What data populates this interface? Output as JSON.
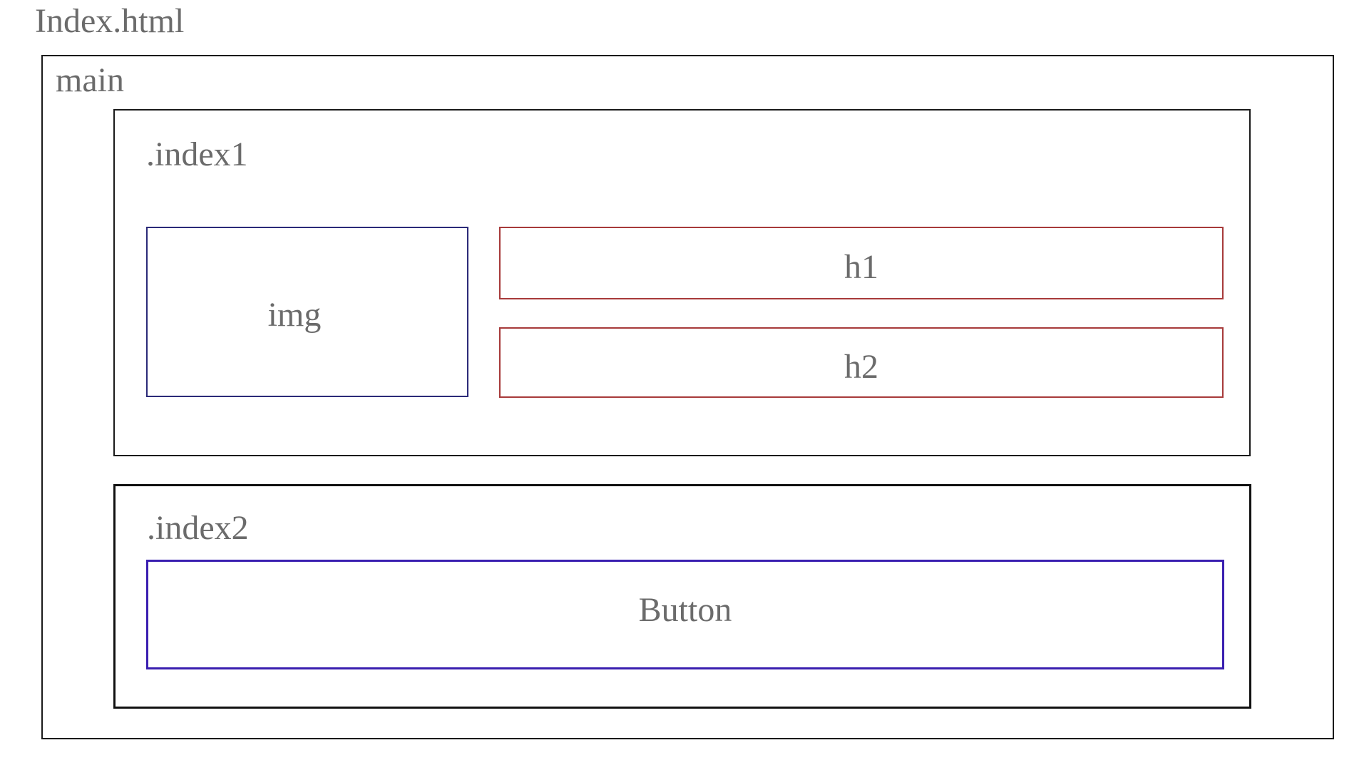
{
  "diagram": {
    "file_title": "Index.html",
    "main": {
      "label": "main",
      "border_color": "#1a1a1a"
    },
    "index1": {
      "label": ".index1",
      "border_color": "#1a1a1a",
      "img": {
        "label": "img",
        "border_color": "#2b2a78"
      },
      "h1": {
        "label": "h1",
        "border_color": "#a73a3a"
      },
      "h2": {
        "label": "h2",
        "border_color": "#a73a3a"
      }
    },
    "index2": {
      "label": ".index2",
      "border_color": "#111111",
      "button": {
        "label": "Button",
        "border_color": "#3a1fb0"
      }
    },
    "text_color": "#6b6b6b"
  }
}
